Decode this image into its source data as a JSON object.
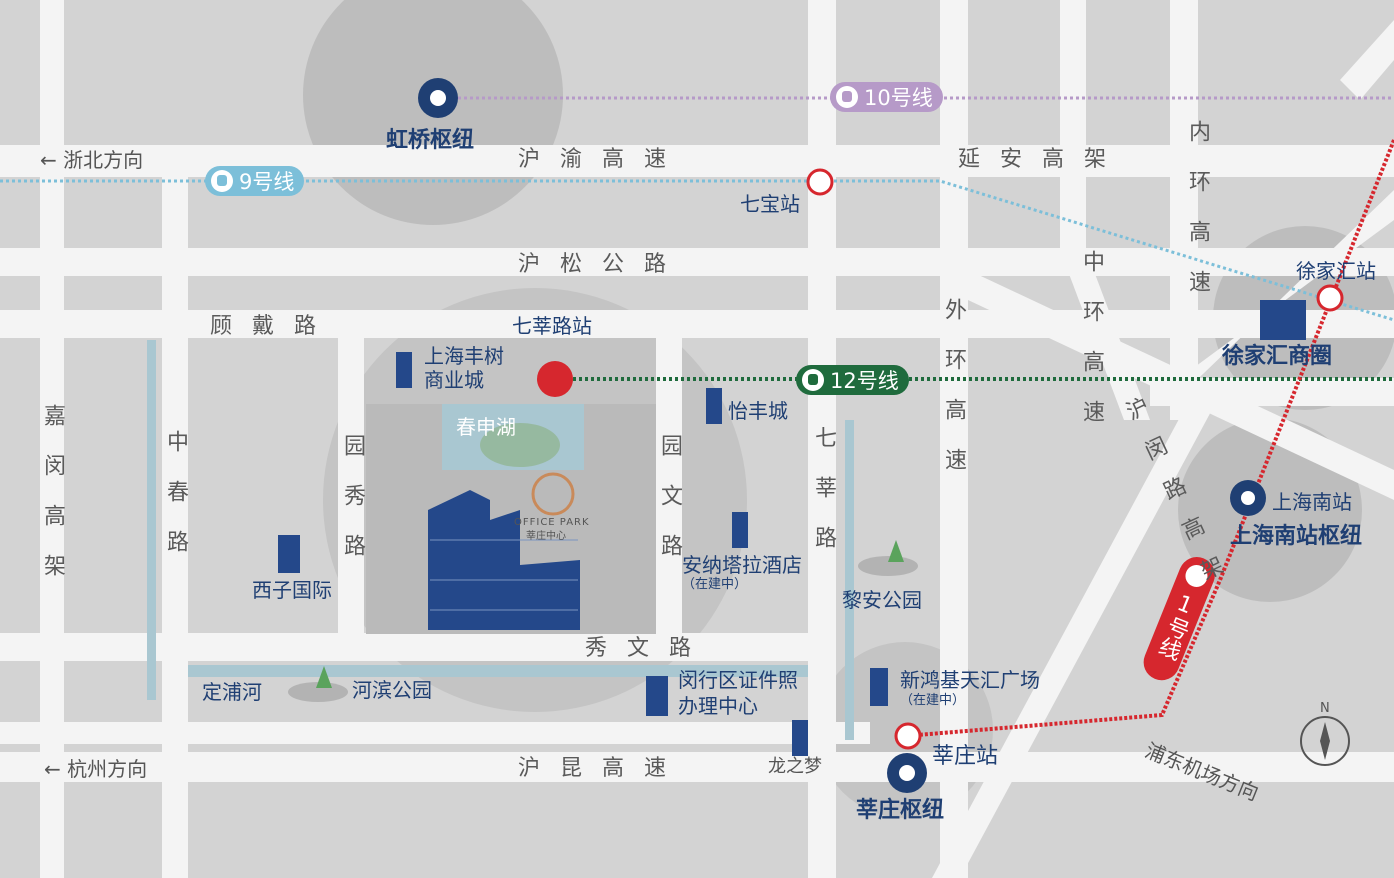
{
  "colors": {
    "line9": "#7cbfd9",
    "line10": "#b69ac8",
    "line12": "#1f6b3d",
    "line1": "#d6272e",
    "navy": "#1f3f73",
    "road": "#f5f5f5",
    "block": "#d2d2d2",
    "circle": "#bdbdbd"
  },
  "metro_lines": {
    "line9": "9号线",
    "line10": "10号线",
    "line12": "12号线",
    "line1_num": "1",
    "line1_text": "号线"
  },
  "hubs": {
    "hongqiao": "虹桥枢纽",
    "shanghai_south": "上海南站枢纽",
    "xinzhuang": "莘庄枢纽"
  },
  "stations": {
    "qibao": "七宝站",
    "qixin": "七莘路站",
    "xujiahui": "徐家汇站",
    "shanghai_south": "上海南站",
    "xinzhuang": "莘庄站"
  },
  "roads": {
    "huyu": "沪渝高速",
    "yanan": "延安高架",
    "husong": "沪松公路",
    "gudai": "顾戴路",
    "xiuwen": "秀文路",
    "hukun": "沪昆高速",
    "yuanxiu": "园秀路",
    "yuanwen": "园文路",
    "qixin_rd": "七莘路",
    "zhongchun": "中春路",
    "jiamin": "嘉闵高架",
    "waihuan": "外环高速",
    "zhonghuan": "中环高速",
    "neihuan": "内环高速",
    "humin": "沪闵路高架"
  },
  "directions": {
    "zhebei": "← 浙北方向",
    "hangzhou": "← 杭州方向",
    "pudong": "浦东机场方向"
  },
  "poi": {
    "fengshu": "上海丰树",
    "fengshu2": "商业城",
    "chunshen": "春申湖",
    "yifeng": "怡丰城",
    "anantara": "安纳塔拉酒店",
    "anantara_note": "（在建中）",
    "xizi": "西子国际",
    "lian_park": "黎安公园",
    "dingpu": "定浦河",
    "hebin": "河滨公园",
    "minhang": "闵行区证件照",
    "minhang2": "办理中心",
    "xinhong": "新鸿基天汇广场",
    "xinhong_note": "（在建中）",
    "longzhimeng": "龙之梦",
    "xujiahui_area": "徐家汇商圈"
  },
  "logo": {
    "line1": "OFFICE PARK",
    "line2": "莘庄中心"
  },
  "compass": "N"
}
